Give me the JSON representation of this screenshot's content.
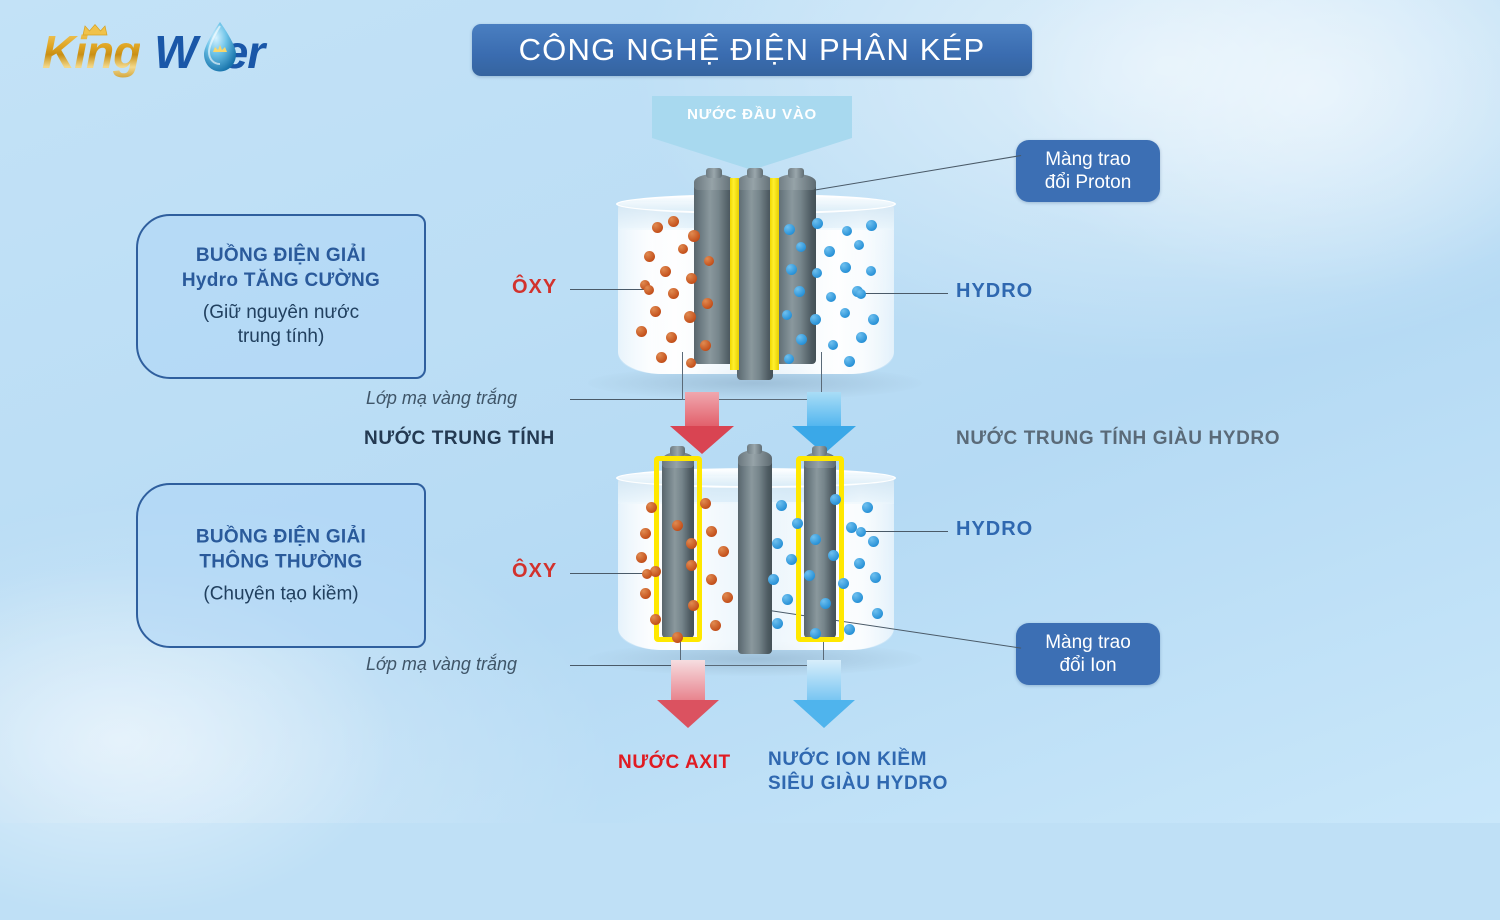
{
  "brand": {
    "name_part1": "King",
    "name_part2": "W ter",
    "crown_icon": "crown-icon",
    "droplet_icon": "water-droplet-icon"
  },
  "header": {
    "title": "CÔNG NGHỆ ĐIỆN PHÂN KÉP"
  },
  "inlet": {
    "label": "NƯỚC ĐẦU VÀO"
  },
  "callouts": [
    {
      "title_line1": "BUỒNG ĐIỆN GIẢI",
      "title_line2": "Hydro TĂNG CƯỜNG",
      "sub_line1": "(Giữ nguyên nước",
      "sub_line2": "trung tính)"
    },
    {
      "title_line1": "BUỒNG ĐIỆN GIẢI",
      "title_line2": "THÔNG THƯỜNG",
      "sub_line1": "(Chuyên tạo kiềm)",
      "sub_line2": ""
    }
  ],
  "tags": [
    {
      "line1": "Màng trao",
      "line2": "đổi Proton"
    },
    {
      "line1": "Màng trao",
      "line2": "đổi Ion"
    }
  ],
  "chamber_upper": {
    "oxy_label": "ÔXY",
    "hydro_label": "HYDRO",
    "plating_label": "Lớp mạ vàng trắng",
    "output_left": "NƯỚC TRUNG TÍNH",
    "output_right": "NƯỚC TRUNG TÍNH GIÀU HYDRO"
  },
  "chamber_lower": {
    "oxy_label": "ÔXY",
    "hydro_label": "HYDRO",
    "plating_label": "Lớp mạ vàng trắng",
    "output_left": "NƯỚC AXIT",
    "output_right_line1": "NƯỚC ION KIỀM",
    "output_right_line2": "SIÊU GIÀU HYDRO"
  },
  "colors": {
    "background": "#bcdef5",
    "title_blue": "#3a6cb0",
    "tag_blue": "#3c6fb4",
    "callout_border": "#2f5f9e",
    "callout_title": "#2a5a9b",
    "oxygen_red": "#d2322d",
    "hydro_blue": "#2f68b0",
    "acid_red": "#e01b22",
    "neutral_dark": "#243a52",
    "neutral_grey": "#5a6a78",
    "membrane_yellow": "#ffe800",
    "electrode_grey": "#6e7d84",
    "oxygen_bubble": "#c4511c",
    "hydrogen_bubble": "#2a93d8",
    "inlet_arrow": "#a8d9ef",
    "flow_red": "#e2515c",
    "flow_blue": "#4db3ef",
    "gold": "#e0a625"
  }
}
